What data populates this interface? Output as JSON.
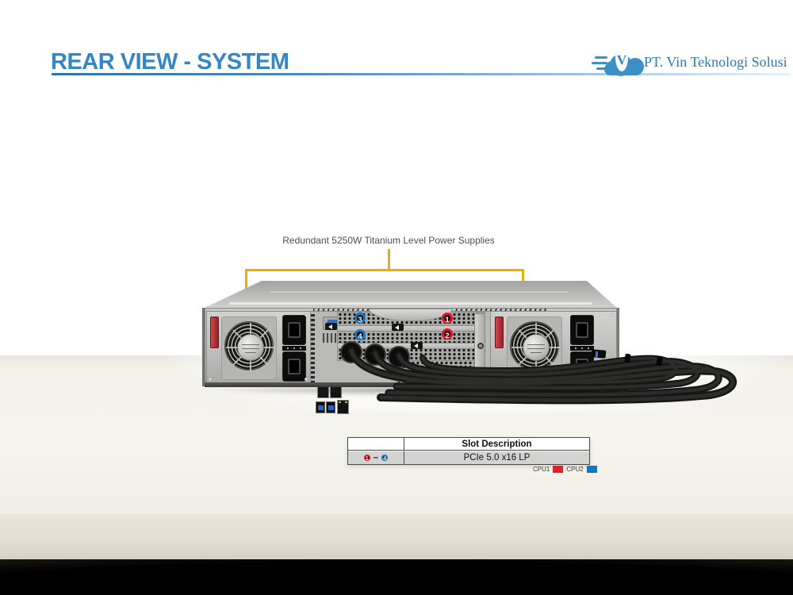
{
  "header": {
    "title": "REAR VIEW - SYSTEM",
    "logo": {
      "monogram": "V",
      "company": "PT. Vin Teknologi Solusi"
    }
  },
  "figure": {
    "annotation": "Redundant 5250W Titanium Level Power Supplies",
    "slot_badges": [
      {
        "num": "3",
        "ring_color": "#1576c0"
      },
      {
        "num": "4",
        "ring_color": "#1576c0"
      },
      {
        "num": "1",
        "ring_color": "#e31226"
      },
      {
        "num": "2",
        "ring_color": "#e31226"
      }
    ]
  },
  "slot_table": {
    "headers": [
      "",
      "Slot Description"
    ],
    "row": {
      "from_badge": "1",
      "dash": "–",
      "to_badge": "4",
      "description": "PCIe 5.0 x16 LP"
    }
  },
  "legend": {
    "items": [
      {
        "label": "CPU1",
        "color": "#ee1b24"
      },
      {
        "label": "CPU2",
        "color": "#1476bd"
      }
    ]
  },
  "colors": {
    "title_blue": "#3486c7",
    "logo_blue": "#3b90c6",
    "callout_yellow": "#edab07",
    "badge_red": "#e31226",
    "badge_blue": "#1576c0"
  }
}
